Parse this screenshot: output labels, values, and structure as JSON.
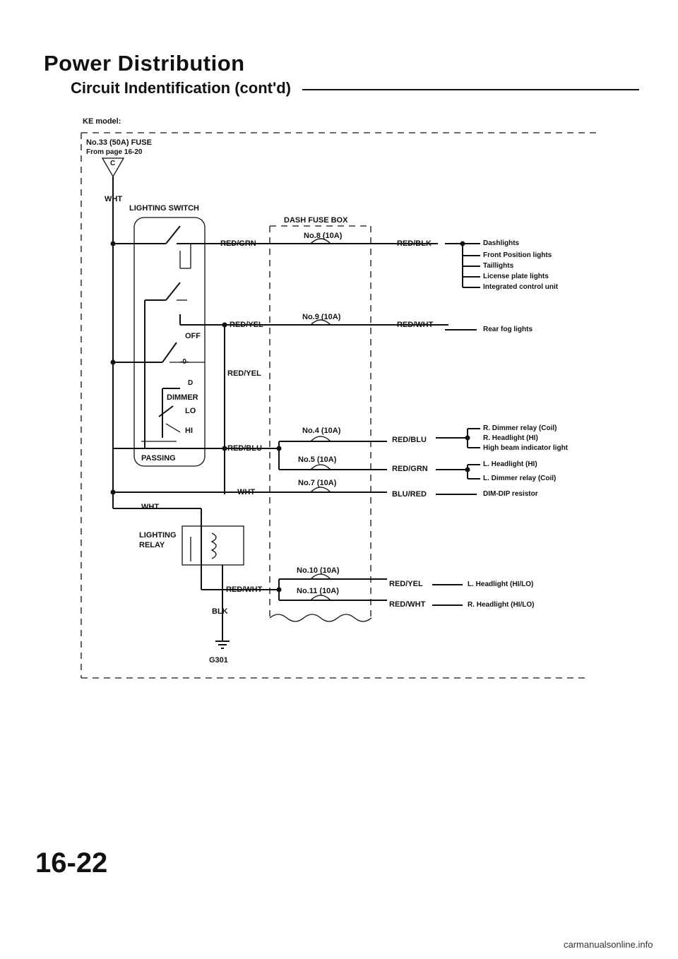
{
  "header": {
    "title": "Power Distribution",
    "subtitle": "Circuit Indentification (cont'd)"
  },
  "model": "KE model:",
  "source": {
    "fuse": "No.33 (50A) FUSE",
    "from_page": "From page 16-20",
    "connector": "C",
    "wire": "WHT"
  },
  "lighting_switch": {
    "title": "LIGHTING SWITCH",
    "off": "OFF",
    "pos1": "-0-",
    "pos2": "D",
    "dimmer": "DIMMER",
    "lo": "LO",
    "hi": "HI",
    "passing": "PASSING"
  },
  "relay": {
    "label_1": "LIGHTING",
    "label_2": "RELAY",
    "wire_in": "WHT",
    "ground_wire": "BLK",
    "ground": "G301"
  },
  "wires_left": {
    "w1": "RED/GRN",
    "w2": "RED/YEL",
    "w3": "RED/YEL",
    "w4": "RED/BLU",
    "w5": "WHT",
    "w6": "RED/WHT"
  },
  "fuse_box": {
    "title": "DASH FUSE BOX",
    "fuses": [
      "No.8 (10A)",
      "No.9 (10A)",
      "No.4 (10A)",
      "No.5 (10A)",
      "No.7 (10A)",
      "No.10 (10A)",
      "No.11 (10A)"
    ]
  },
  "wires_right": {
    "w1": "RED/BLK",
    "w2": "RED/WHT",
    "w3": "RED/BLU",
    "w4": "RED/GRN",
    "w5": "BLU/RED",
    "w6": "RED/YEL",
    "w7": "RED/WHT"
  },
  "loads": {
    "group1": [
      "Dashlights",
      "Front Position lights",
      "Taillights",
      "License plate lights",
      "Integrated control unit"
    ],
    "group2": "Rear fog lights",
    "group3": [
      "R. Dimmer relay (Coil)",
      "R. Headlight (HI)",
      "High beam indicator light"
    ],
    "group4": [
      "L. Headlight (HI)",
      "L. Dimmer relay (Coil)"
    ],
    "group5": "DIM-DIP resistor",
    "group6": "L. Headlight (HI/LO)",
    "group7": "R. Headlight (HI/LO)"
  },
  "page_number": "16-22",
  "footer": "carmanualsonline.info"
}
